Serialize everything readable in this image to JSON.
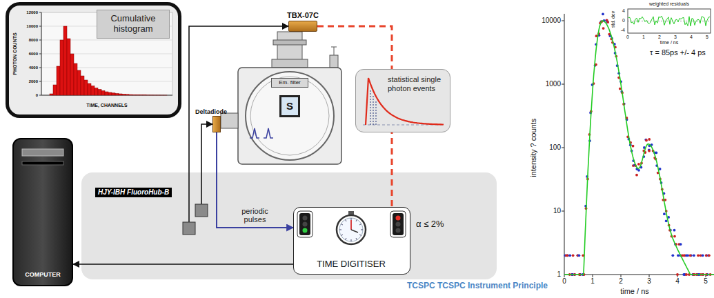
{
  "diagram": {
    "caption": "TCSPC TCSPC Instrument Principle",
    "nodes": [
      {
        "text": [
          "PHOTON COUNTS",
          "TIME, CHANNELS"
        ]
      },
      {
        "text": [
          "Cumulative histogram"
        ],
        "in": 0
      },
      {
        "text": [
          "TBX-07C"
        ]
      },
      {
        "text": [
          "Deltadiode"
        ]
      },
      {
        "text": [
          "Em. filter"
        ]
      },
      {
        "text": [
          "S"
        ]
      },
      {
        "text": [
          "statistical single photon events"
        ]
      },
      {
        "text": [
          "COMPUTER"
        ]
      },
      {
        "text": [
          "HJY-IBH FluoroHub-B"
        ]
      },
      {
        "text": [
          "TIME DIGITISER"
        ],
        "in": 8
      }
    ],
    "edges": [
      {
        "from": 9,
        "to": 7,
        "arrow": "to"
      },
      {
        "from": 3,
        "to": 9,
        "label": "periodic pulses",
        "arrow": "to"
      },
      {
        "from": 2,
        "to": 9,
        "arrow": "none"
      },
      {
        "from": 8,
        "to": 2,
        "arrow": "to"
      },
      {
        "from": 8,
        "to": 3,
        "arrow": "to"
      }
    ],
    "labels": [
      "0",
      "2000",
      "4000",
      "6000",
      "8000",
      "10000",
      "12000",
      "α ≤ 2%",
      "weighted residuals",
      "4",
      "0",
      "-4",
      "std. dev",
      "0",
      "1",
      "2",
      "3",
      "4",
      "5",
      "time / ns",
      "τ = 85ps +/- 4 ps",
      "10000",
      "1000",
      "100",
      "10",
      "1",
      "intensity ? counts",
      "0",
      "1",
      "2",
      "3",
      "4",
      "5",
      "time / ns"
    ]
  }
}
